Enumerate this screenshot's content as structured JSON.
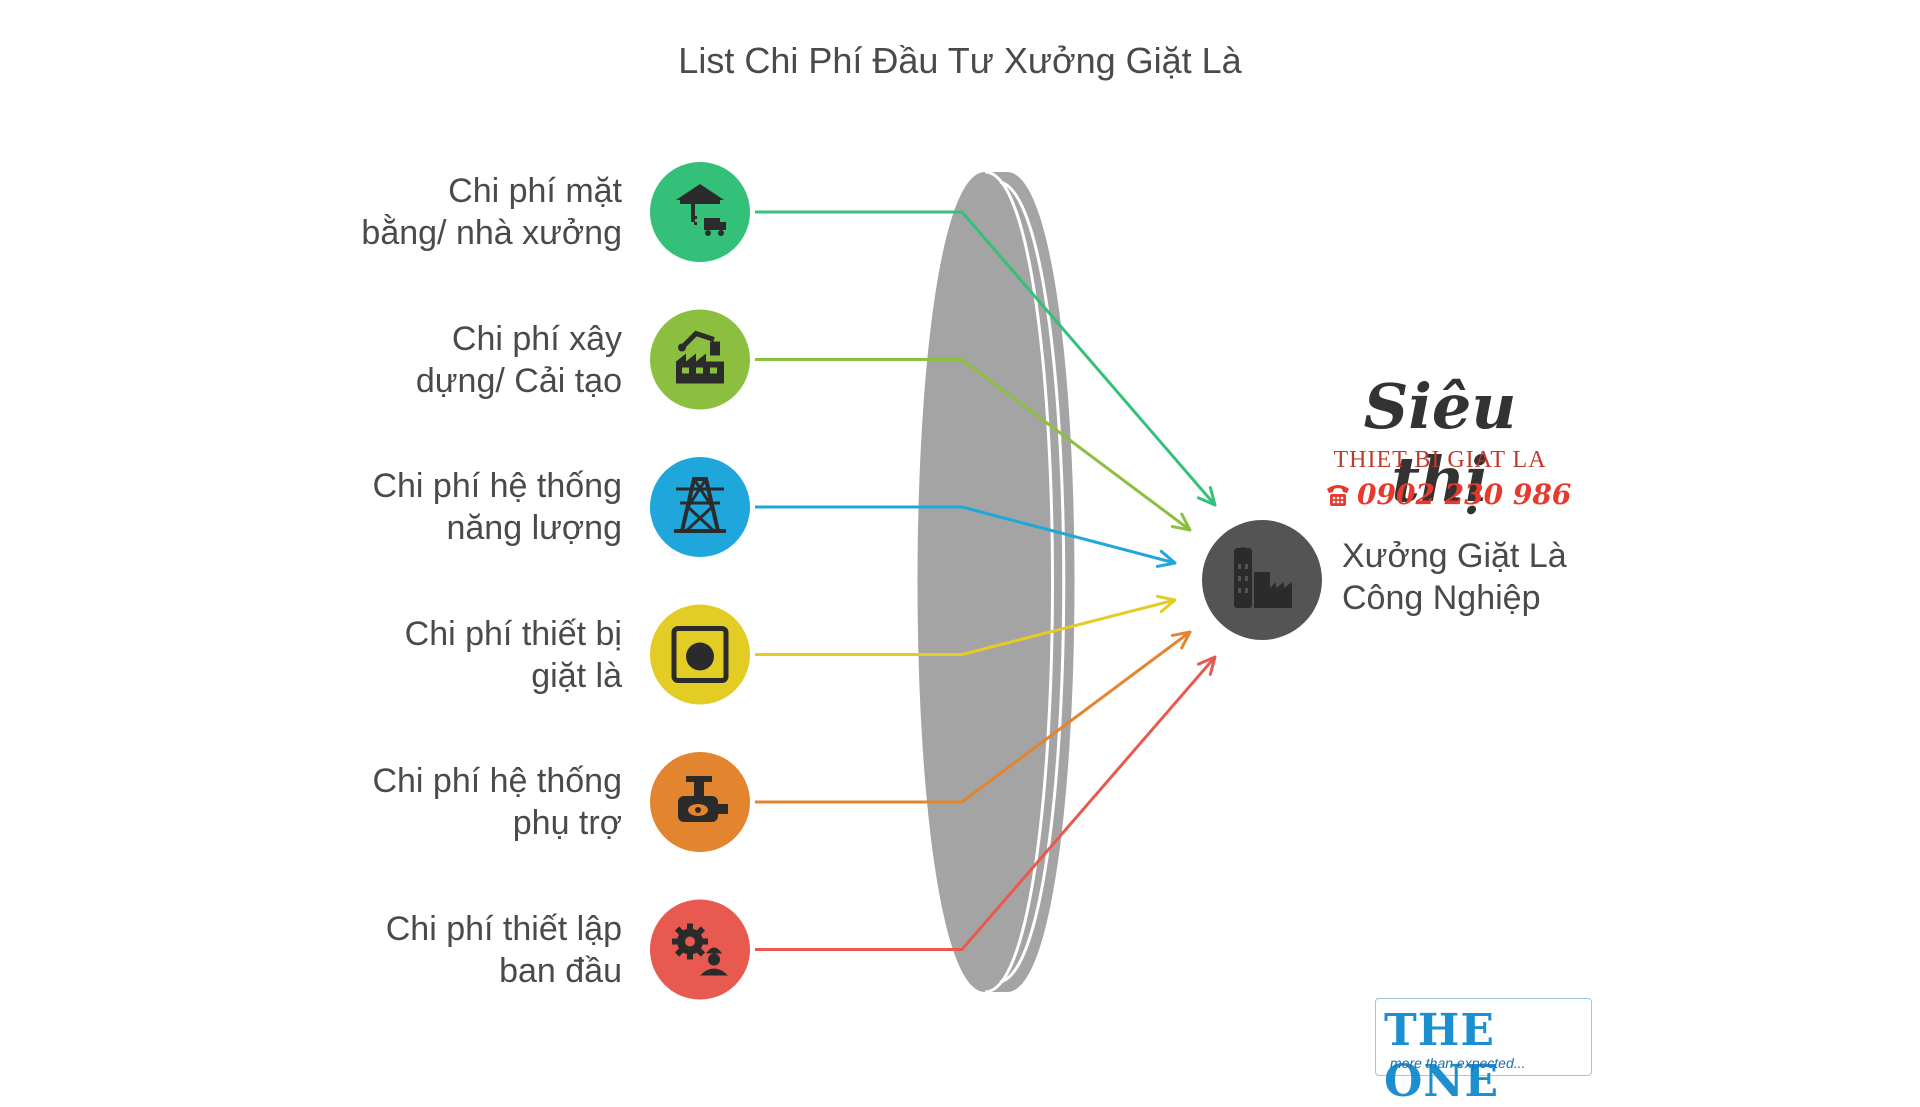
{
  "title": "List Chi Phí Đầu Tư Xưởng Giặt Là",
  "sources": [
    {
      "label": "Chi phí mặt\nbằng/ nhà xưởng",
      "color": "#35c07a",
      "icon": "warehouse-truck-icon"
    },
    {
      "label": "Chi phí xây\ndựng/ Cải tạo",
      "color": "#8cbf3f",
      "icon": "construction-factory-icon"
    },
    {
      "label": "Chi phí hệ thống\nnăng lượng",
      "color": "#1fa7dc",
      "icon": "power-tower-icon"
    },
    {
      "label": "Chi phí thiết bị\ngiặt là",
      "color": "#e3cc24",
      "icon": "washing-machine-icon"
    },
    {
      "label": "Chi phí hệ thống\nphụ trợ",
      "color": "#e3842f",
      "icon": "pump-system-icon"
    },
    {
      "label": "Chi phí thiết lập\nban đầu",
      "color": "#e85a4f",
      "icon": "gear-worker-icon"
    }
  ],
  "target": {
    "label": "Xưởng Giặt Là\nCông Nghiệp",
    "color": "#545454",
    "icon": "factory-building-icon"
  },
  "lens_color": "#a4a4a4",
  "brand": {
    "line1": "Siêu thị",
    "line2": "THIET BI GIAT LA",
    "phone": "0902 230 986",
    "phone_icon": "telephone-icon"
  },
  "logo": {
    "main": "THE ONE",
    "tagline": "more than expected..."
  }
}
